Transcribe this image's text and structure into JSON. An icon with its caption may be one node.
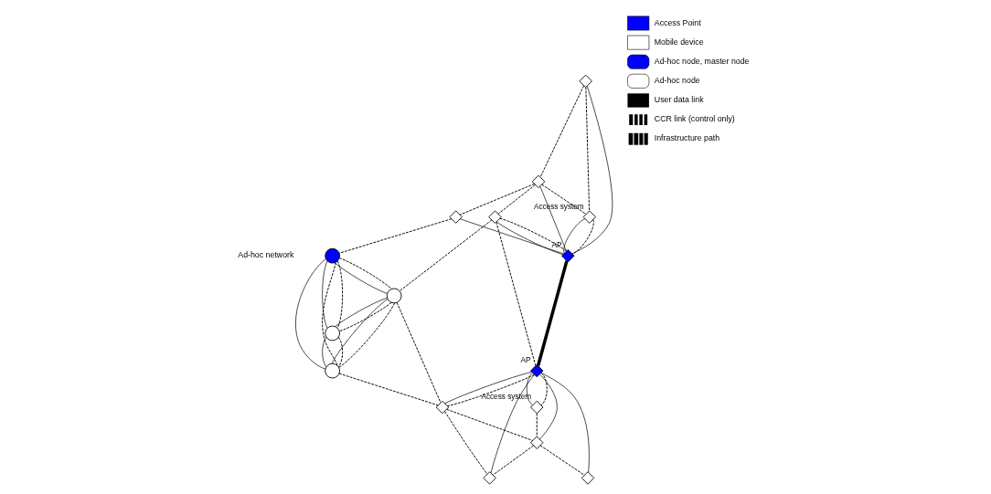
{
  "diagram": {
    "nodes": [
      {
        "text": [],
        "shape": "diamond",
        "beside": [
          "Access system"
        ]
      },
      {
        "text": [],
        "shape": "diamond"
      },
      {
        "text": [],
        "shape": "diamond"
      },
      {
        "text": [],
        "shape": "diamond"
      },
      {
        "text": [],
        "shape": "diamond"
      },
      {
        "text": [],
        "shape": "diamond",
        "beside": [
          "AP"
        ]
      },
      {
        "text": [],
        "shape": "diamond",
        "beside": [
          "AP"
        ]
      },
      {
        "text": [],
        "shape": "circle"
      },
      {
        "text": [],
        "shape": "circle"
      },
      {
        "text": [],
        "shape": "circle"
      },
      {
        "text": [],
        "shape": "circle"
      },
      {
        "text": [],
        "shape": "diamond",
        "beside": [
          "Access system"
        ]
      },
      {
        "text": [],
        "shape": "diamond"
      },
      {
        "text": [],
        "shape": "diamond"
      },
      {
        "text": [],
        "shape": "diamond"
      },
      {
        "text": [],
        "shape": "diamond"
      }
    ],
    "edges": [
      {
        "from": 0,
        "to": 5,
        "arrow": "none"
      },
      {
        "from": 0,
        "to": 5,
        "arrow": "none",
        "style": "dashed"
      },
      {
        "from": 1,
        "to": 0,
        "arrow": "none",
        "style": "dashed"
      },
      {
        "from": 1,
        "to": 5,
        "arrow": "none"
      },
      {
        "from": 1,
        "to": 2,
        "arrow": "none",
        "style": "dashed"
      },
      {
        "from": 2,
        "to": 0,
        "arrow": "none",
        "style": "dashed"
      },
      {
        "from": 2,
        "to": 5,
        "arrow": "none"
      },
      {
        "from": 2,
        "to": 3,
        "arrow": "none",
        "style": "dashed"
      },
      {
        "from": 2,
        "to": 4,
        "arrow": "none",
        "style": "dashed"
      },
      {
        "from": 4,
        "to": 5,
        "arrow": "none"
      },
      {
        "from": 3,
        "to": 5,
        "arrow": "none"
      },
      {
        "from": 3,
        "to": 5,
        "arrow": "none",
        "style": "dashed"
      },
      {
        "from": 3,
        "to": 6,
        "arrow": "none",
        "style": "dashed"
      },
      {
        "from": 3,
        "to": 8,
        "arrow": "none",
        "style": "dashed"
      },
      {
        "from": 5,
        "to": 6,
        "arrow": "none",
        "style": "thick"
      },
      {
        "from": 4,
        "to": 7,
        "arrow": "none",
        "style": "dashed"
      },
      {
        "from": 7,
        "to": 8,
        "arrow": "none"
      },
      {
        "from": 7,
        "to": 8,
        "arrow": "none",
        "style": "dashed"
      },
      {
        "from": 7,
        "to": 9,
        "arrow": "none"
      },
      {
        "from": 7,
        "to": 9,
        "arrow": "none",
        "style": "dashed"
      },
      {
        "from": 7,
        "to": 10,
        "arrow": "none"
      },
      {
        "from": 7,
        "to": 10,
        "arrow": "none",
        "style": "dashed"
      },
      {
        "from": 8,
        "to": 10,
        "arrow": "none"
      },
      {
        "from": 8,
        "to": 10,
        "arrow": "none",
        "style": "dashed"
      },
      {
        "from": 8,
        "to": 9,
        "arrow": "none"
      },
      {
        "from": 8,
        "to": 9,
        "arrow": "none",
        "style": "dashed"
      },
      {
        "from": 10,
        "to": 9,
        "arrow": "none"
      },
      {
        "from": 10,
        "to": 9,
        "arrow": "none",
        "style": "dashed"
      },
      {
        "from": 8,
        "to": 12,
        "arrow": "none",
        "style": "dashed"
      },
      {
        "from": 9,
        "to": 12,
        "arrow": "none",
        "style": "dashed"
      },
      {
        "from": 6,
        "to": 12,
        "arrow": "none"
      },
      {
        "from": 6,
        "to": 12,
        "arrow": "none",
        "style": "dashed"
      },
      {
        "from": 6,
        "to": 15,
        "arrow": "none"
      },
      {
        "from": 6,
        "to": 13,
        "arrow": "none"
      },
      {
        "from": 6,
        "to": 14,
        "arrow": "none"
      },
      {
        "from": 6,
        "to": 11,
        "arrow": "none"
      },
      {
        "from": 6,
        "to": 11,
        "arrow": "none",
        "style": "dashed"
      },
      {
        "from": 11,
        "to": 13,
        "arrow": "none",
        "style": "dashed"
      },
      {
        "from": 12,
        "to": 13,
        "arrow": "none",
        "style": "dashed"
      },
      {
        "from": 12,
        "to": 15,
        "arrow": "none",
        "style": "dashed"
      },
      {
        "from": 13,
        "to": 14,
        "arrow": "none",
        "style": "dashed"
      },
      {
        "from": 13,
        "to": 15,
        "arrow": "none",
        "style": "dashed"
      }
    ],
    "labels": [
      "Ad-hoc network"
    ],
    "legend": [
      {
        "text": "Access Point"
      },
      {
        "text": "Mobile device"
      },
      {
        "text": "Ad-hoc node, master node"
      },
      {
        "text": "Ad-hoc node"
      },
      {
        "text": "User data link"
      },
      {
        "text": "CCR link (control only)"
      },
      {
        "text": "Infrastructure path"
      }
    ]
  }
}
